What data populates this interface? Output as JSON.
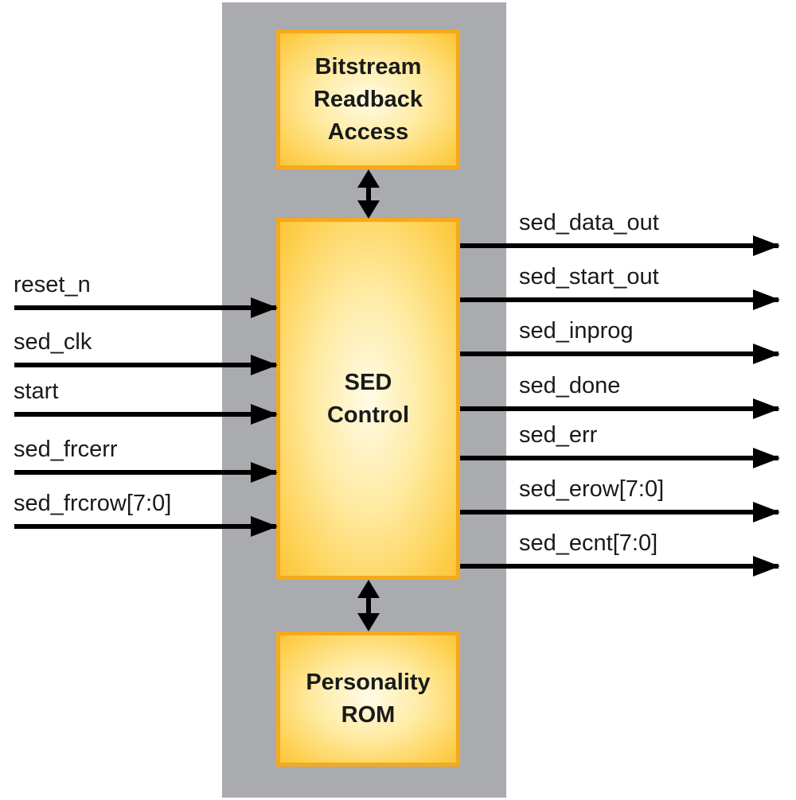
{
  "blocks": {
    "readback": "Bitstream\nReadback\nAccess",
    "sed_control": "SED\nControl",
    "rom": "Personality\nROM"
  },
  "inputs": [
    "reset_n",
    "sed_clk",
    "start",
    "sed_frcerr",
    "sed_frcrow[7:0]"
  ],
  "outputs": [
    "sed_data_out",
    "sed_start_out",
    "sed_inprog",
    "sed_done",
    "sed_err",
    "sed_erow[7:0]",
    "sed_ecnt[7:0]"
  ],
  "colors": {
    "panel": "#a9abae",
    "block_border": "#f6a81c",
    "block_fill": "#fdd050",
    "wire": "#000000"
  }
}
